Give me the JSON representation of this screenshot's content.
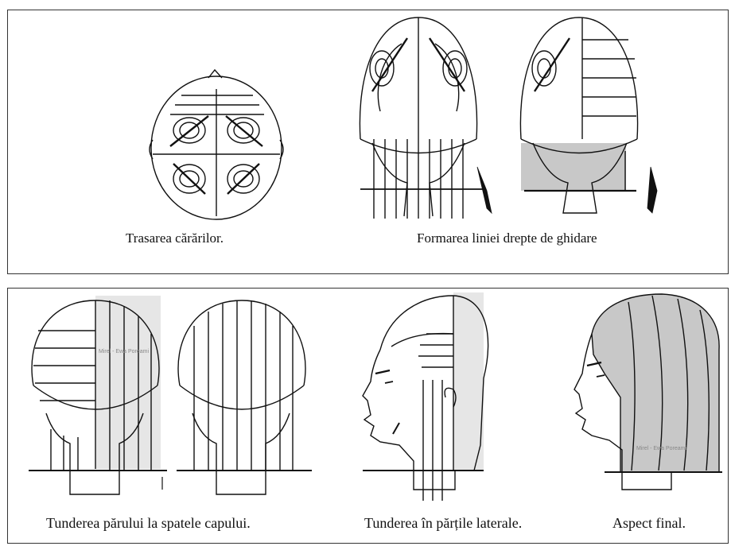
{
  "top_panel": {
    "caption_left": "Trasarea cărărilor.",
    "caption_right": "Formarea liniei drepte de ghidare"
  },
  "bottom_panel": {
    "caption_back": "Tunderea părului la spatele capului.",
    "caption_side": "Tunderea în părțile laterale.",
    "caption_final": "Aspect final.",
    "watermark": "Mirel - Ewa Poreami"
  },
  "colors": {
    "line": "#111111",
    "shade": "#c8c8c8",
    "shade_light": "#e6e6e6"
  }
}
